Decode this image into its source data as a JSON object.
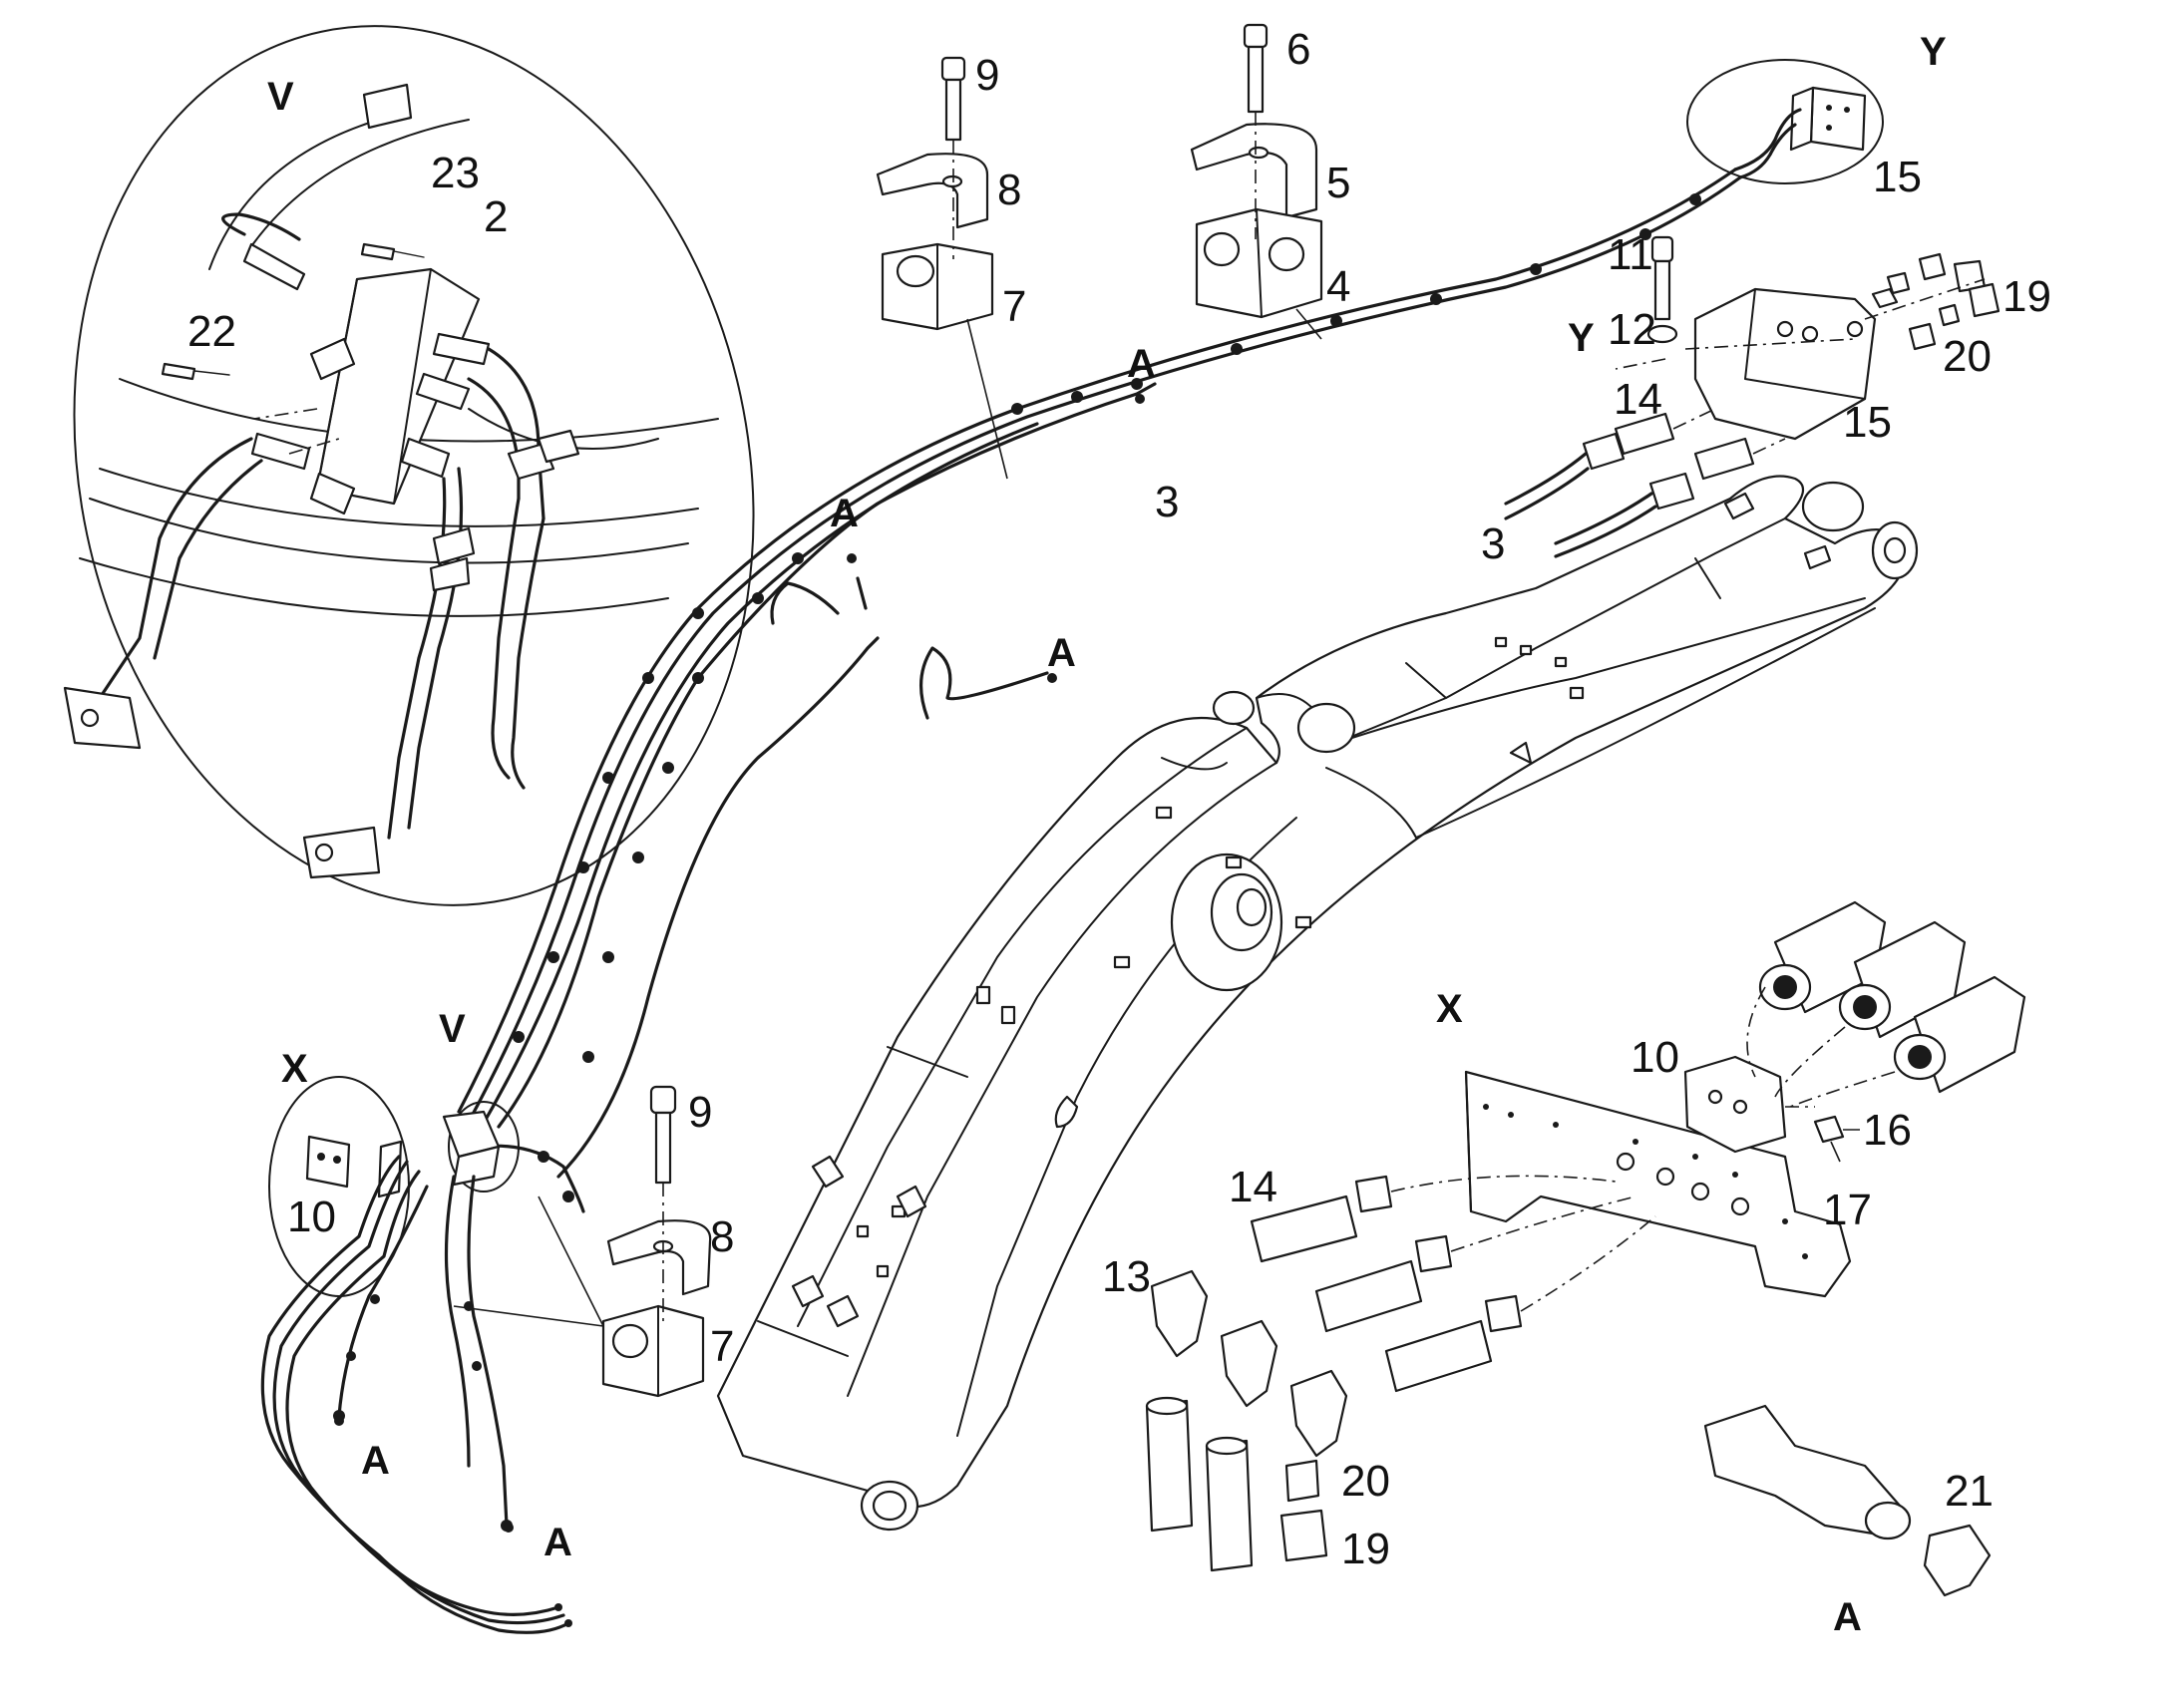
{
  "diagram": {
    "callouts": {
      "c2": "2",
      "c3a": "3",
      "c3b": "3",
      "c4": "4",
      "c5": "5",
      "c6": "6",
      "c7a": "7",
      "c7b": "7",
      "c8a": "8",
      "c8b": "8",
      "c9a": "9",
      "c9b": "9",
      "c10a": "10",
      "c10b": "10",
      "c11": "11",
      "c12": "12",
      "c13": "13",
      "c14a": "14",
      "c14b": "14",
      "c15a": "15",
      "c15b": "15",
      "c16": "16",
      "c17": "17",
      "c19a": "19",
      "c19b": "19",
      "c20a": "20",
      "c20b": "20",
      "c21": "21",
      "c22": "22",
      "c23": "23"
    },
    "view_letters": {
      "v_detail": "V",
      "v_main": "V",
      "x_main": "X",
      "x_detail": "X",
      "y_detail": "Y",
      "y_main": "Y"
    },
    "hose_ends": {
      "a1": "A",
      "a2": "A",
      "a3": "A",
      "a4": "A",
      "a5": "A",
      "a6": "A"
    }
  }
}
